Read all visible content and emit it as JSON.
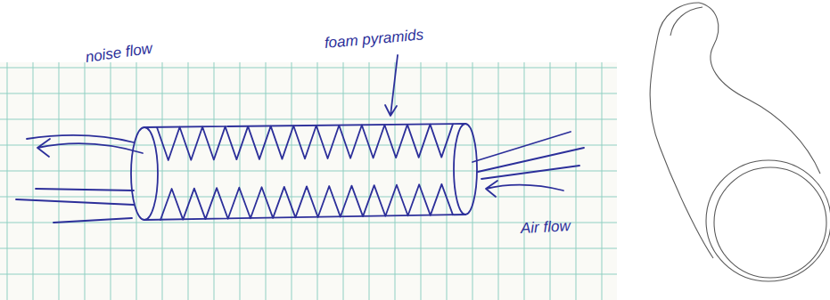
{
  "diagram": {
    "labels": [
      "noise flow",
      "foam pyramids",
      "Air flow"
    ]
  }
}
